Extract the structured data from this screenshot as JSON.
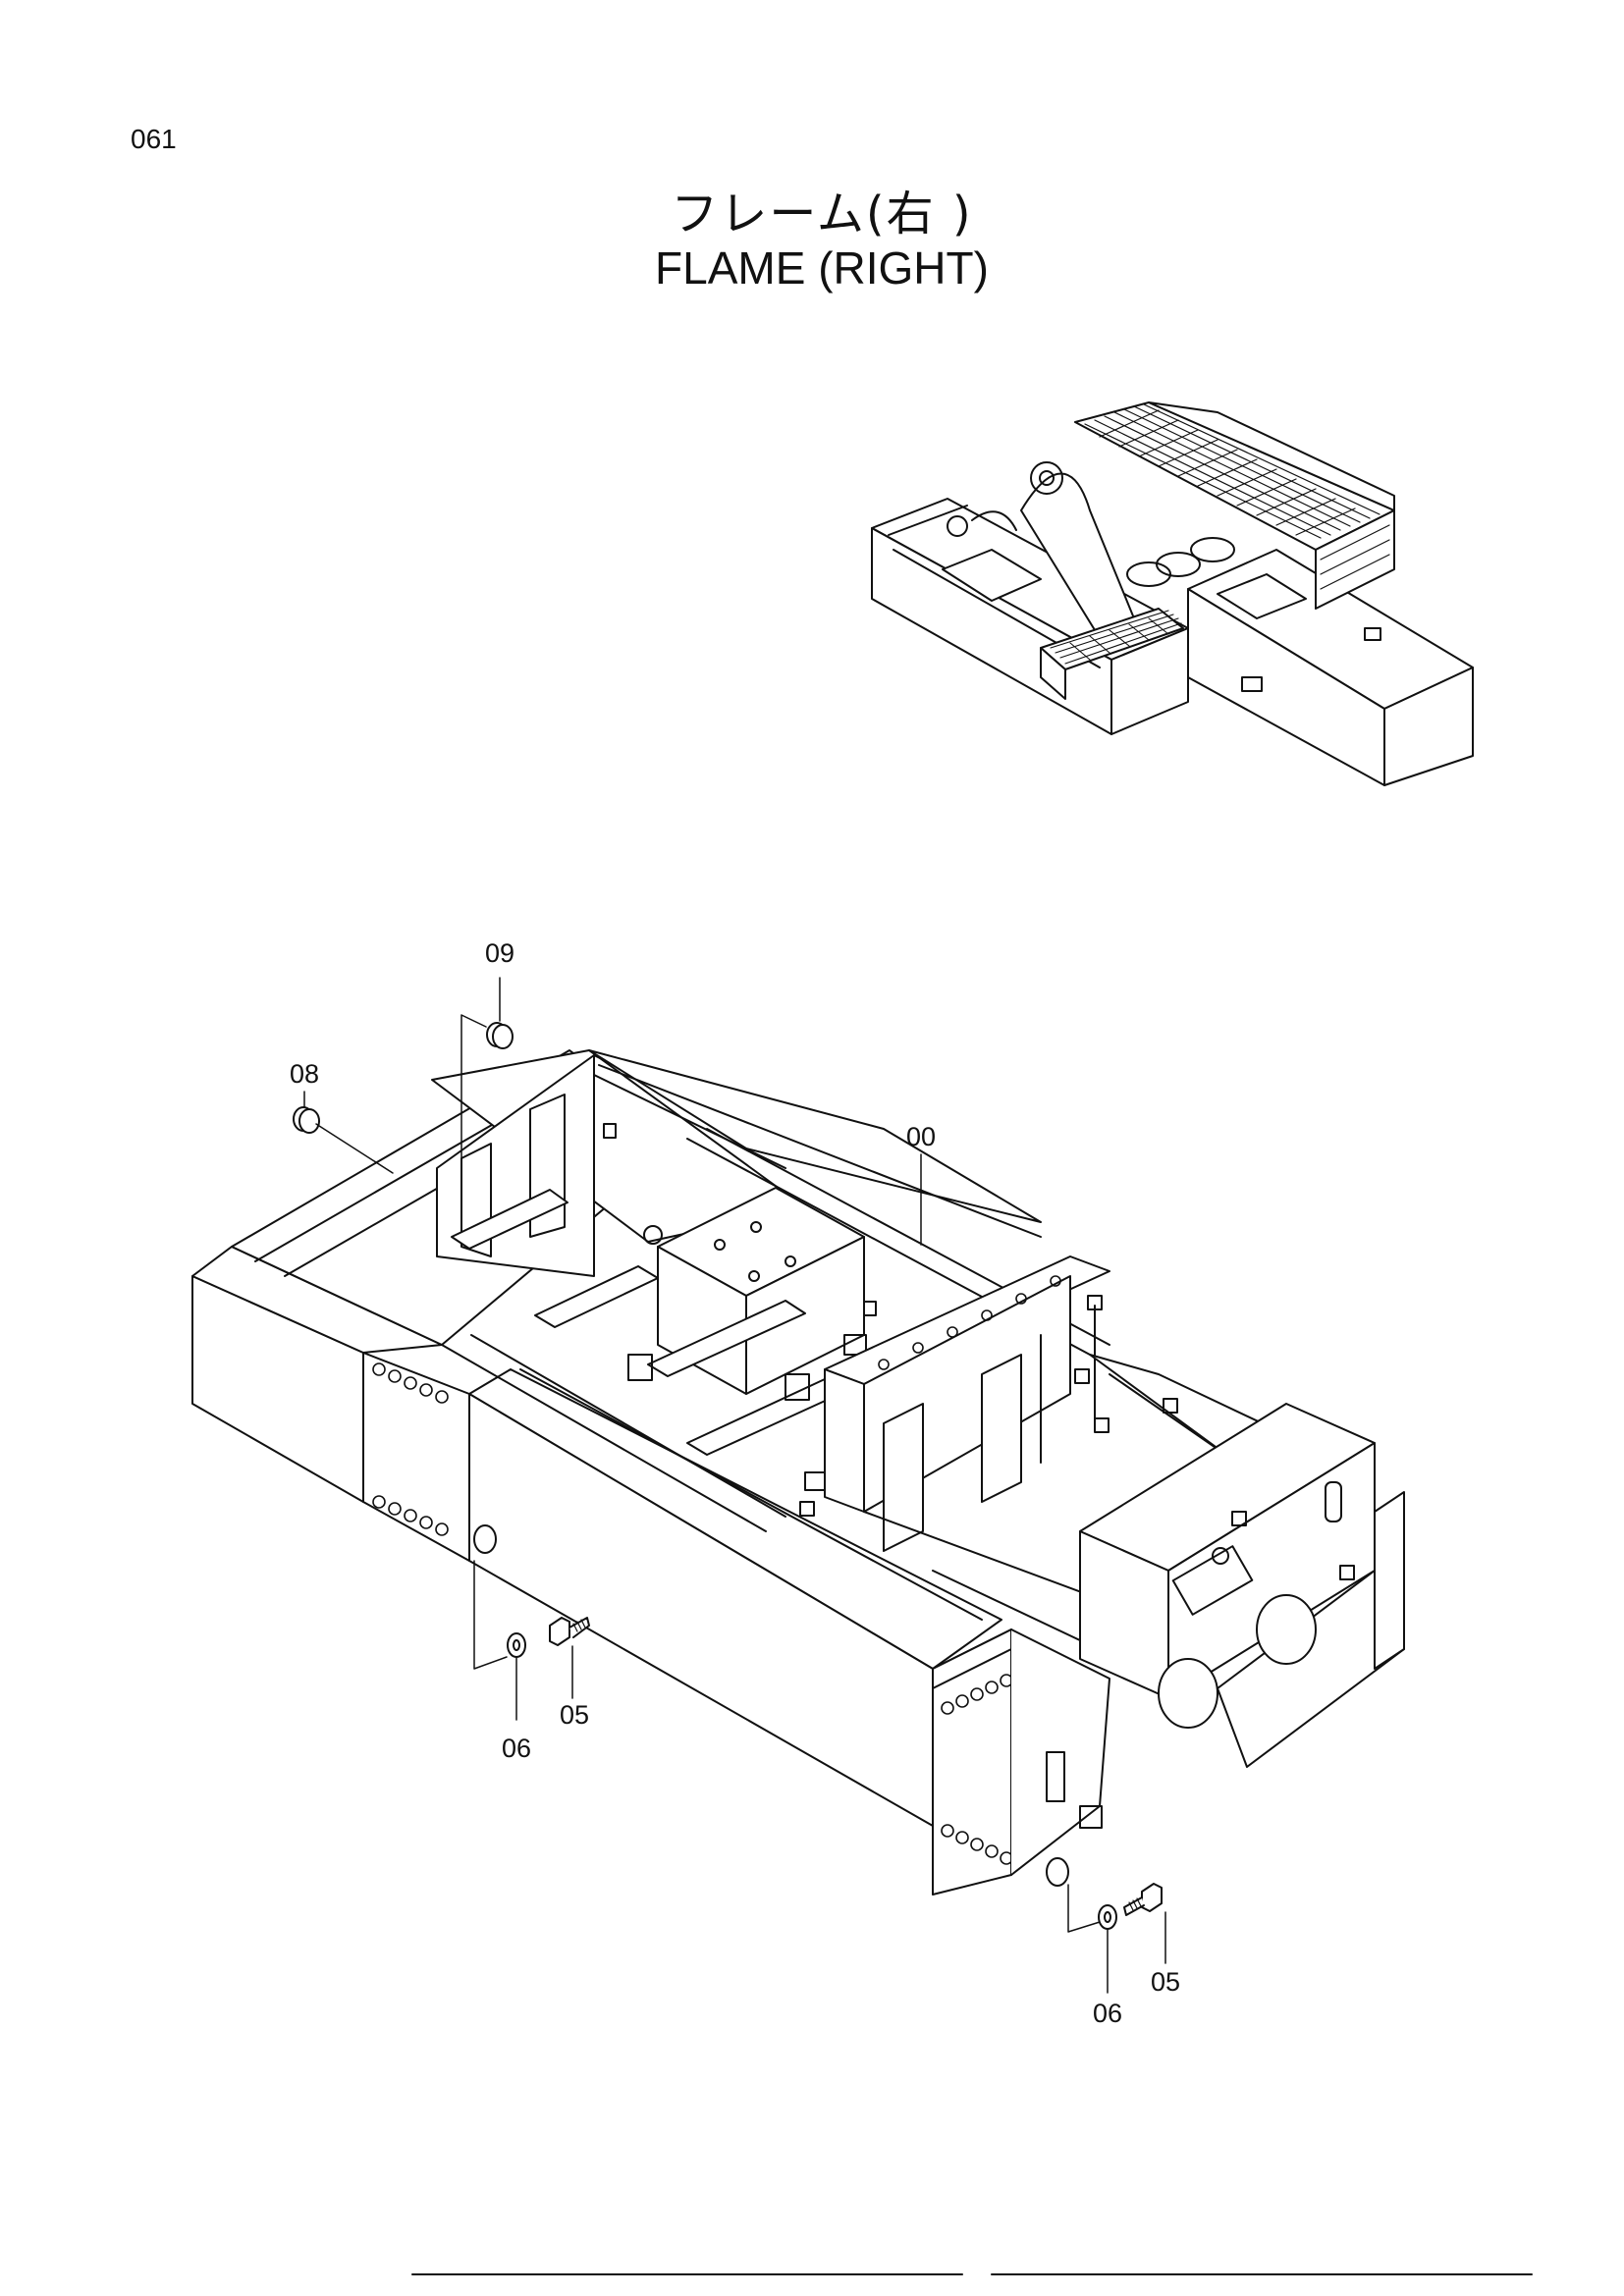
{
  "page_number": "061",
  "title_japanese": "フレーム(右 )",
  "title_english": "FLAME (RIGHT)",
  "callouts": [
    {
      "id": "callout-09",
      "label": "09"
    },
    {
      "id": "callout-08",
      "label": "08"
    },
    {
      "id": "callout-00",
      "label": "00"
    },
    {
      "id": "callout-06-a",
      "label": "06"
    },
    {
      "id": "callout-05-a",
      "label": "05"
    },
    {
      "id": "callout-06-b",
      "label": "06"
    },
    {
      "id": "callout-05-b",
      "label": "05"
    }
  ]
}
